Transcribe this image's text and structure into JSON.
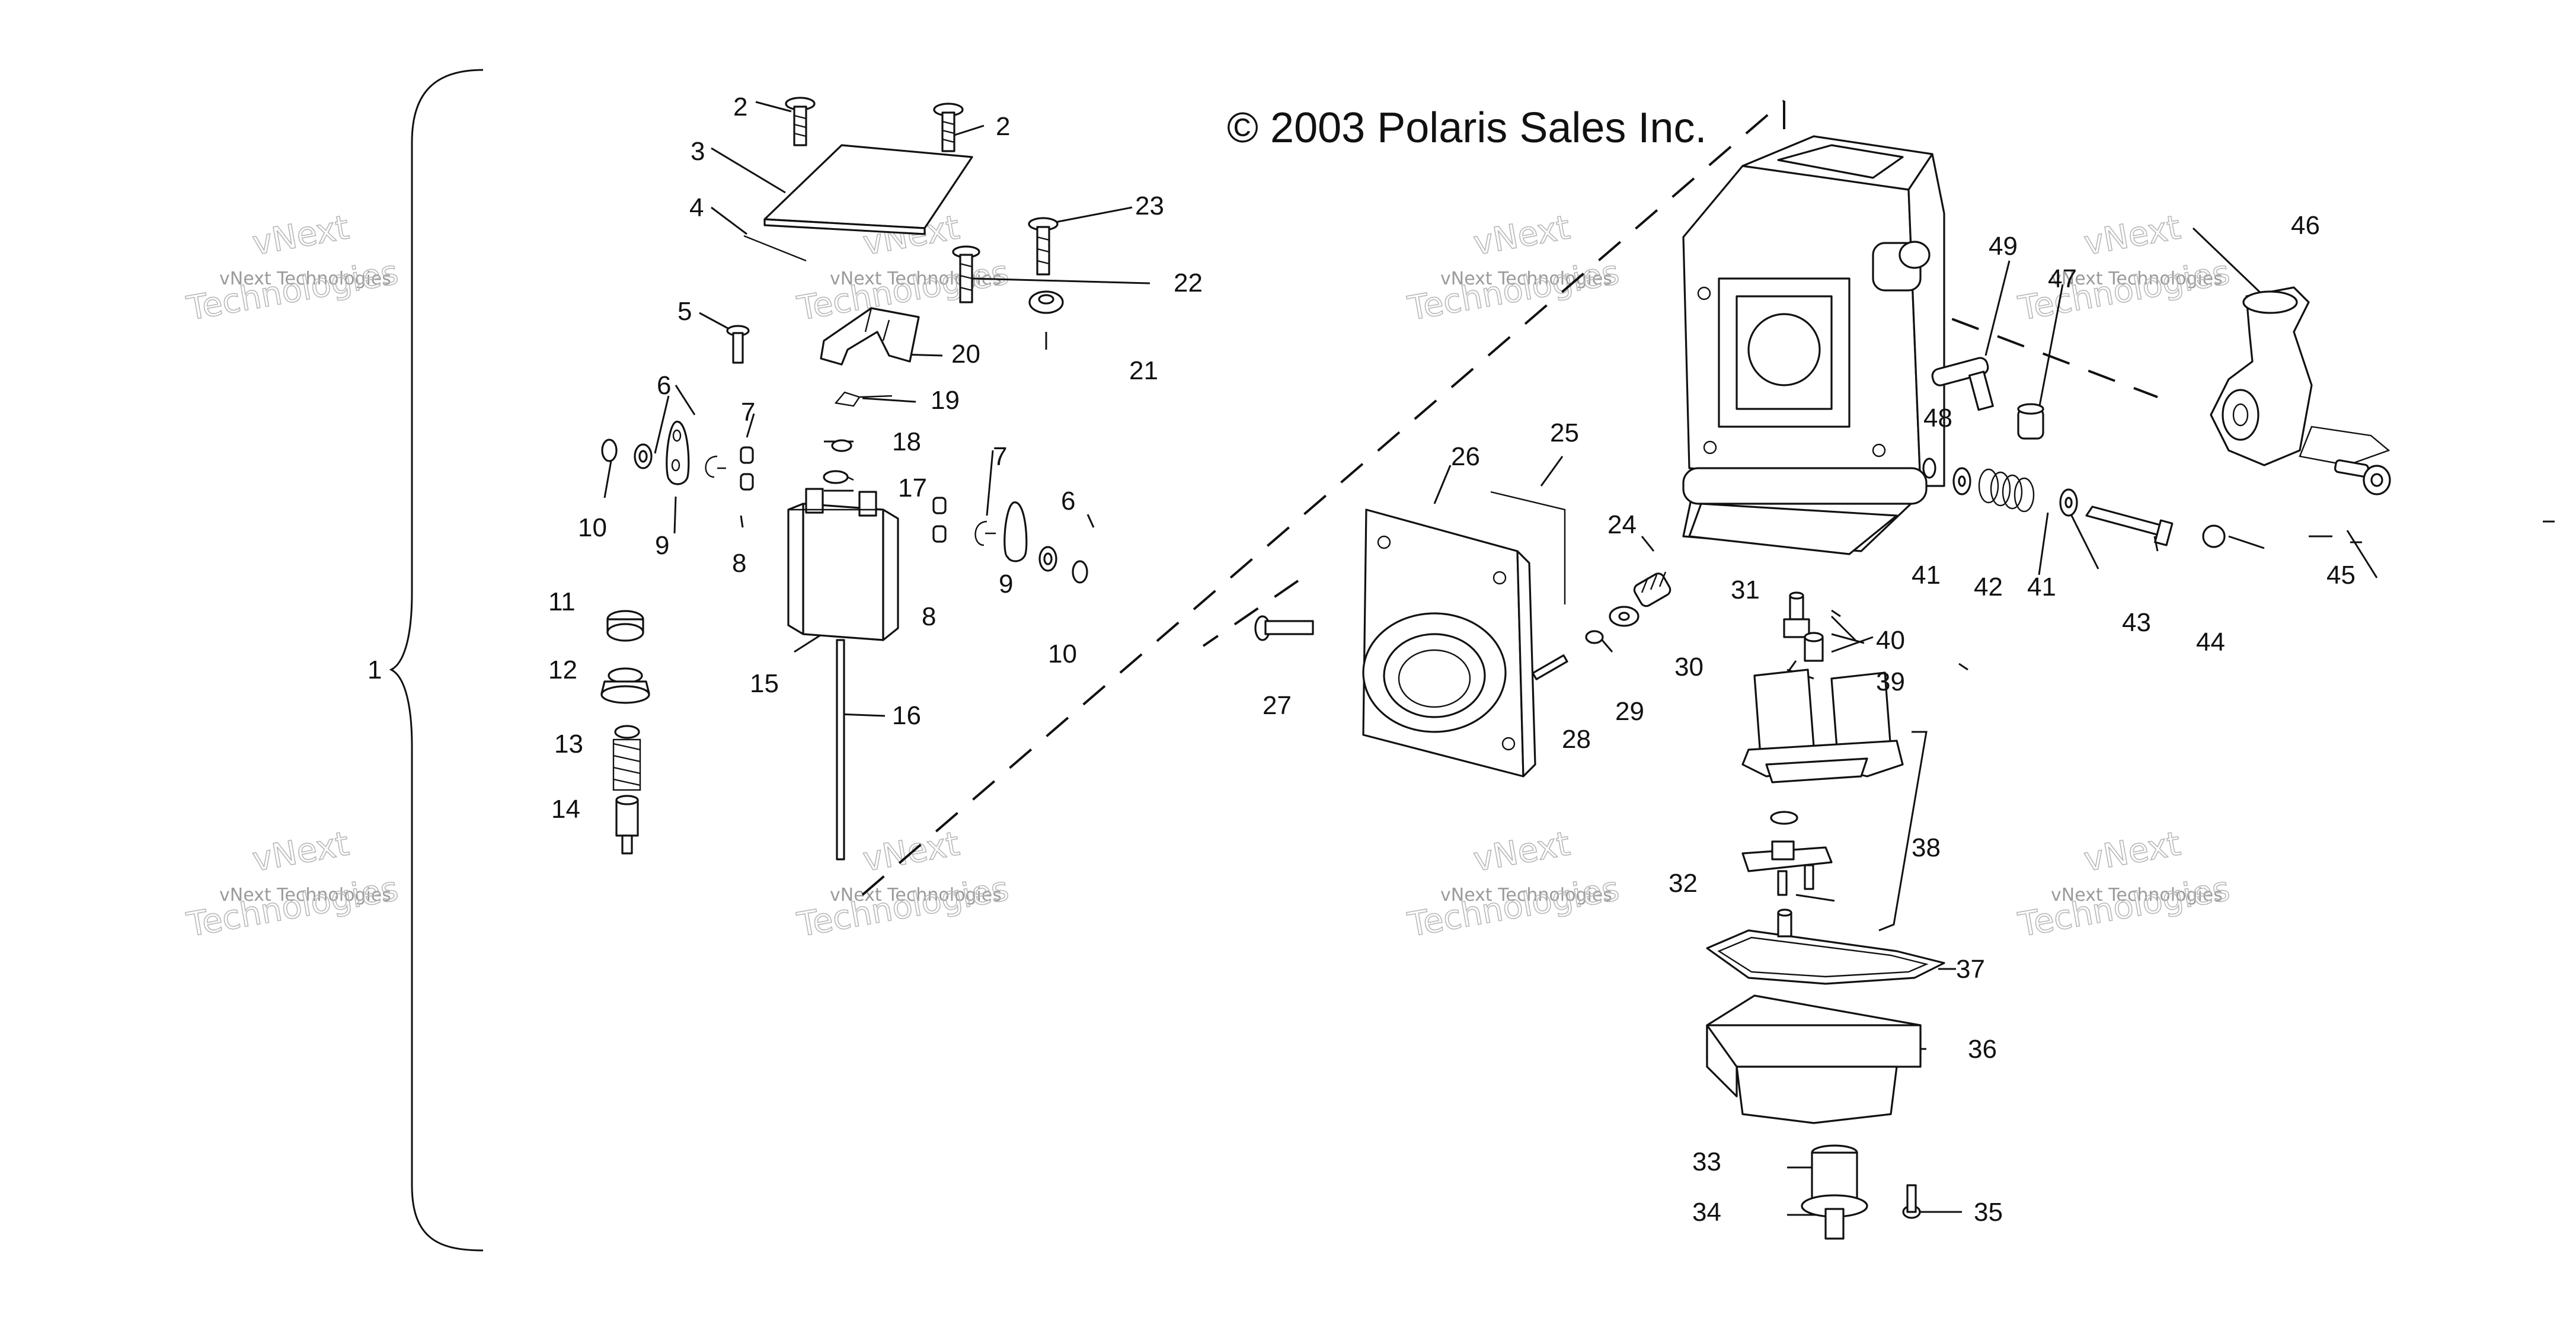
{
  "diagram": {
    "copyright": "© 2003 Polaris Sales Inc.",
    "callouts": [
      "1",
      "2",
      "2",
      "3",
      "4",
      "5",
      "6",
      "7",
      "8",
      "9",
      "10",
      "11",
      "12",
      "13",
      "14",
      "15",
      "16",
      "17",
      "18",
      "19",
      "20",
      "21",
      "22",
      "23",
      "6",
      "7",
      "8",
      "9",
      "10",
      "24",
      "25",
      "26",
      "27",
      "28",
      "29",
      "30",
      "31",
      "32",
      "33",
      "34",
      "35",
      "36",
      "37",
      "38",
      "39",
      "40",
      "41",
      "41",
      "42",
      "43",
      "44",
      "45",
      "46",
      "47",
      "48",
      "49"
    ],
    "watermark": {
      "small": "vNext Technologies",
      "large_line1": "vNext",
      "large_line2": "Technologies"
    }
  }
}
